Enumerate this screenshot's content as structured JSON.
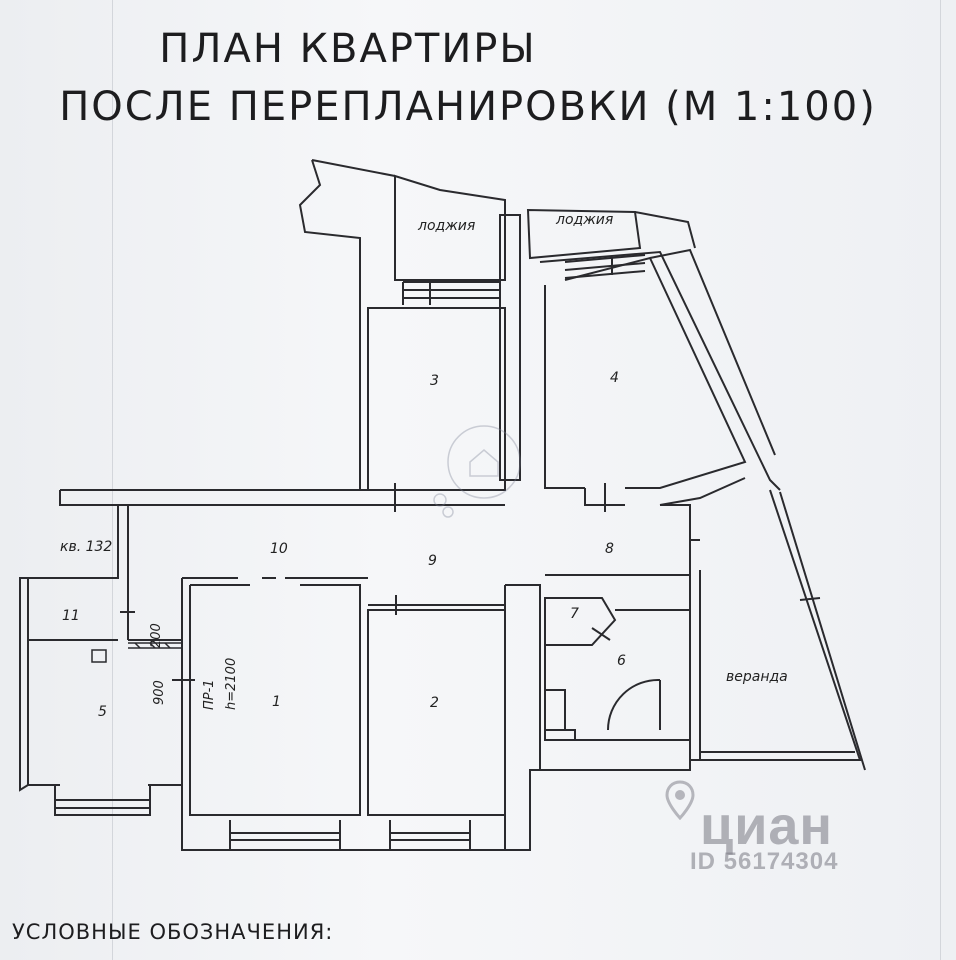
{
  "title": {
    "line1": "ПЛАН  КВАРТИРЫ",
    "line2": "ПОСЛЕ ПЕРЕПЛАНИРОВКИ    (М 1:100)"
  },
  "rooms": {
    "loggia_left": "лоджия",
    "loggia_right": "лоджия",
    "r1": "1",
    "r2": "2",
    "r3": "3",
    "r4": "4",
    "r5": "5",
    "r6": "6",
    "r7": "7",
    "r8": "8",
    "r9": "9",
    "r10": "10",
    "r11": "11",
    "veranda": "веранда"
  },
  "annotations": {
    "apartment": "кв. 132",
    "opening": "ПР-1",
    "opening_height": "h=2100",
    "dim_900": "900",
    "dim_200": "200"
  },
  "legend": "УСЛОВНЫЕ  ОБОЗНАЧЕНИЯ:",
  "watermark": {
    "brand": "циан",
    "id": "ID 56174304"
  },
  "colors": {
    "line": "#2a2a2e",
    "paper": "#f2f3f5",
    "watermark": "#8a8a94"
  }
}
